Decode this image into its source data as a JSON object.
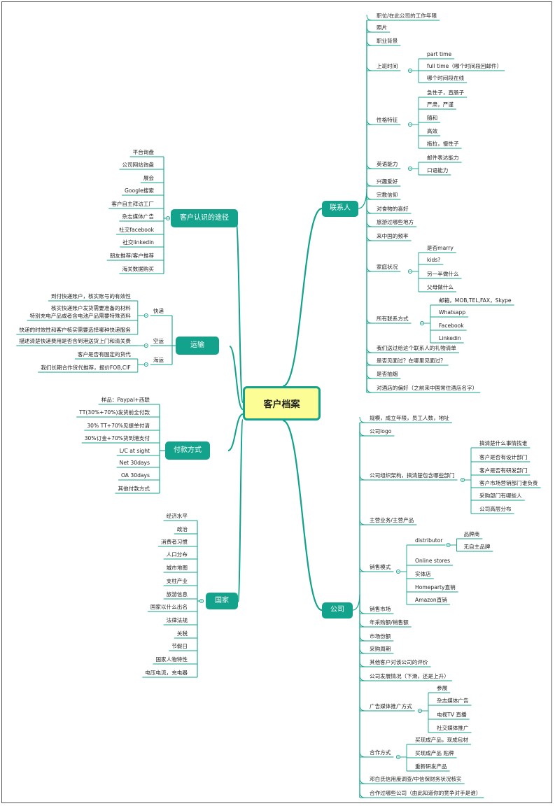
{
  "center": "客户档案",
  "branches": {
    "contact": {
      "label": "联系人",
      "items": [
        {
          "label": "职位/在此公司的工作年限"
        },
        {
          "label": "照片"
        },
        {
          "label": "职业背景"
        },
        {
          "label": "上班时间",
          "children": [
            "part time",
            "full time（哪个时间段回邮件）",
            "哪个时间段在线"
          ]
        },
        {
          "label": "性格特征",
          "children": [
            "急性子，直肠子",
            "严肃，严谨",
            "随和",
            "高效",
            "拖拉，慢性子"
          ]
        },
        {
          "label": "英语能力",
          "children": [
            "邮件表达能力",
            "口语能力"
          ]
        },
        {
          "label": "兴趣爱好"
        },
        {
          "label": "宗教信仰"
        },
        {
          "label": "对食物的喜好"
        },
        {
          "label": "旅游过哪些地方"
        },
        {
          "label": "来中国的频率"
        },
        {
          "label": "家庭状况",
          "children": [
            "是否marry",
            "kids?",
            "另一半做什么",
            "父母做什么"
          ]
        },
        {
          "label": "所有联系方式",
          "children": [
            "邮箱，MOB,TEL,FAX，Skype",
            "Whatsapp",
            "Facebook",
            "Linkedin"
          ]
        },
        {
          "label": "我们送过给这个联系人的礼物清单"
        },
        {
          "label": "是否见面过？在哪里见面过？"
        },
        {
          "label": "是否抽烟"
        },
        {
          "label": "对酒店的偏好（之前来中国常住酒店名字）"
        }
      ]
    },
    "company": {
      "label": "公司",
      "items": [
        {
          "label": "规模，成立年限，员工人数，地址"
        },
        {
          "label": "公司logo"
        },
        {
          "label": "公司组织架构，搞清楚包含哪些部门",
          "children": [
            "搞清楚什么事情找谁",
            "客户是否有设计部门",
            "客户是否有研发部门",
            "客户市场营销部门谁负责",
            "采购部门有哪些人",
            "公司高层分布"
          ]
        },
        {
          "label": "主营业务/主营产品"
        },
        {
          "label": "销售模式",
          "children": [
            "distributor",
            "Online stores",
            "实体店",
            "Homeparty直销",
            "Amazon直销"
          ],
          "distributor_children": [
            "品牌商",
            "无自主品牌"
          ]
        },
        {
          "label": "销售市场"
        },
        {
          "label": "年采购额/销售额"
        },
        {
          "label": "市场份额"
        },
        {
          "label": "采购周期"
        },
        {
          "label": "其他客户对该公司的评价"
        },
        {
          "label": "公司发展情况（下滑，还是上升）"
        },
        {
          "label": "广告媒体推广方式",
          "children": [
            "参展",
            "杂志媒体广告",
            "电视TV 直播",
            "社交媒体推广"
          ]
        },
        {
          "label": "合作方式",
          "children": [
            "买现成产品，现成包材",
            "买现成产品 贴牌",
            "重新研发产品"
          ]
        },
        {
          "label": "邓白氏信用度调查/中信保财务状况核实"
        },
        {
          "label": "合作过哪些公司（由此知道你的竞争对手是谁）"
        }
      ]
    },
    "channel": {
      "label": "客户认识的途径",
      "items": [
        "平台询盘",
        "公司网站询盘",
        "展会",
        "Google搜索",
        "客户自主拜访工厂",
        "杂志媒体广告",
        "社交facebook",
        "社交linkedin",
        "朋友推荐/客户推荐",
        "海关数据购买"
      ]
    },
    "shipping": {
      "label": "运输",
      "items": [
        {
          "label": "快递",
          "children": [
            "到付快递账户，核实账号的有效性",
            "核实快递账户发货需要准备的材料\n特别充电产品或者含电池产品需要特殊资料",
            "快递的时效性和客户核实需要选择哪种快递服务"
          ]
        },
        {
          "label": "空运",
          "children": [
            "描述清楚快递费用是否含到港送货上门和清关费"
          ]
        },
        {
          "label": "海运",
          "children": [
            "客户是否有固定的货代",
            "我们长期合作货代推荐，报价FOB,CIF"
          ]
        }
      ]
    },
    "payment": {
      "label": "付款方式",
      "items": [
        "样品：Paypal+西联",
        "TT(30%+70%)发货前全付款",
        "30% TT+70%见提单付清",
        "30%订金+70%货到港支付",
        "L/C at sight",
        "Net 30days",
        "OA 30days",
        "其他付款方式"
      ]
    },
    "country": {
      "label": "国家",
      "items": [
        "经济水平",
        "政治",
        "消费者习惯",
        "人口分布",
        "城市地图",
        "支柱产业",
        "旅游信息",
        "国家以什么出名",
        "法律法规",
        "关税",
        "节假日",
        "国家人物特性",
        "电压电流，充电器"
      ]
    }
  },
  "colors": {
    "branch": "#13a28b",
    "center_fill": "#fdfd95",
    "line": "#13a28b",
    "text": "#222222"
  }
}
